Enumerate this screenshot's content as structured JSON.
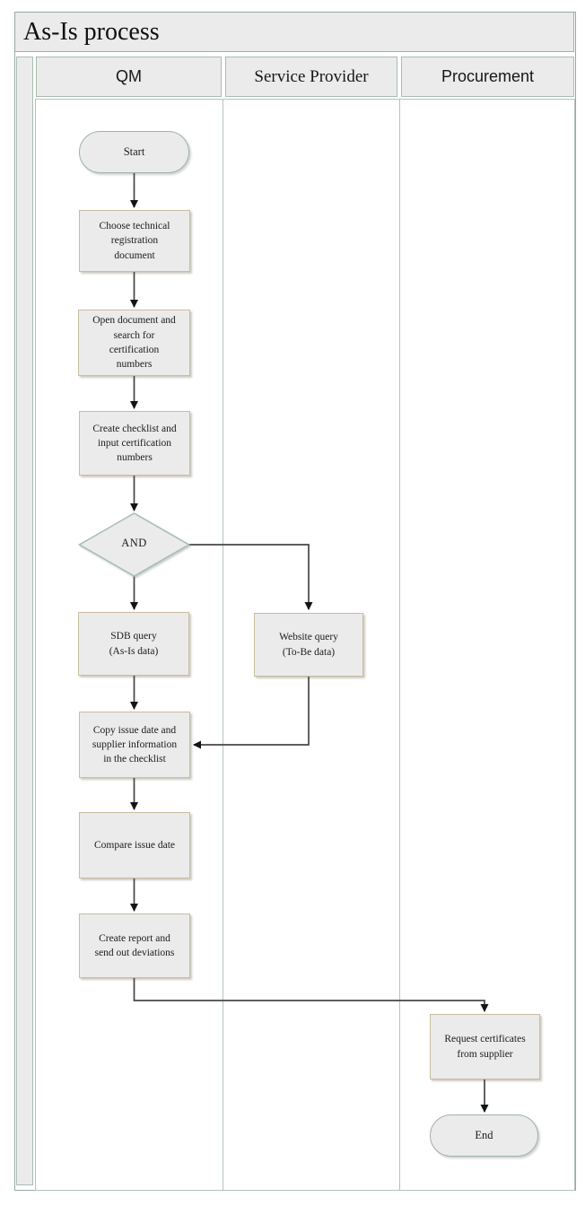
{
  "title": "As-Is process",
  "lanes": {
    "qm": "QM",
    "service_provider": "Service Provider",
    "procurement": "Procurement"
  },
  "nodes": {
    "start": "Start",
    "choose_doc": "Choose technical\nregistration\ndocument",
    "open_doc": "Open document and\nsearch for\ncertification\nnumbers",
    "create_checklist": "Create checklist and\ninput certification\nnumbers",
    "and_gateway": "AND",
    "sdb_query": "SDB query\n(As-Is data)",
    "website_query": "Website query\n(To-Be data)",
    "copy_issue": "Copy issue date and\nsupplier information\nin the checklist",
    "compare_date": "Compare issue date",
    "create_report": "Create report and\nsend out deviations",
    "request_certificates": "Request certificates\nfrom supplier",
    "end": "End"
  },
  "colors": {
    "shape_fill": "#ebebeb",
    "frame_border": "#93aba0",
    "lane_divider": "#b5c2bb",
    "process_border": "#c9bd9e",
    "terminator_border": "#9fb2a7",
    "gateway_border": "#a7bcb0",
    "connector_line": "#474747",
    "arrowhead": "#141414"
  }
}
